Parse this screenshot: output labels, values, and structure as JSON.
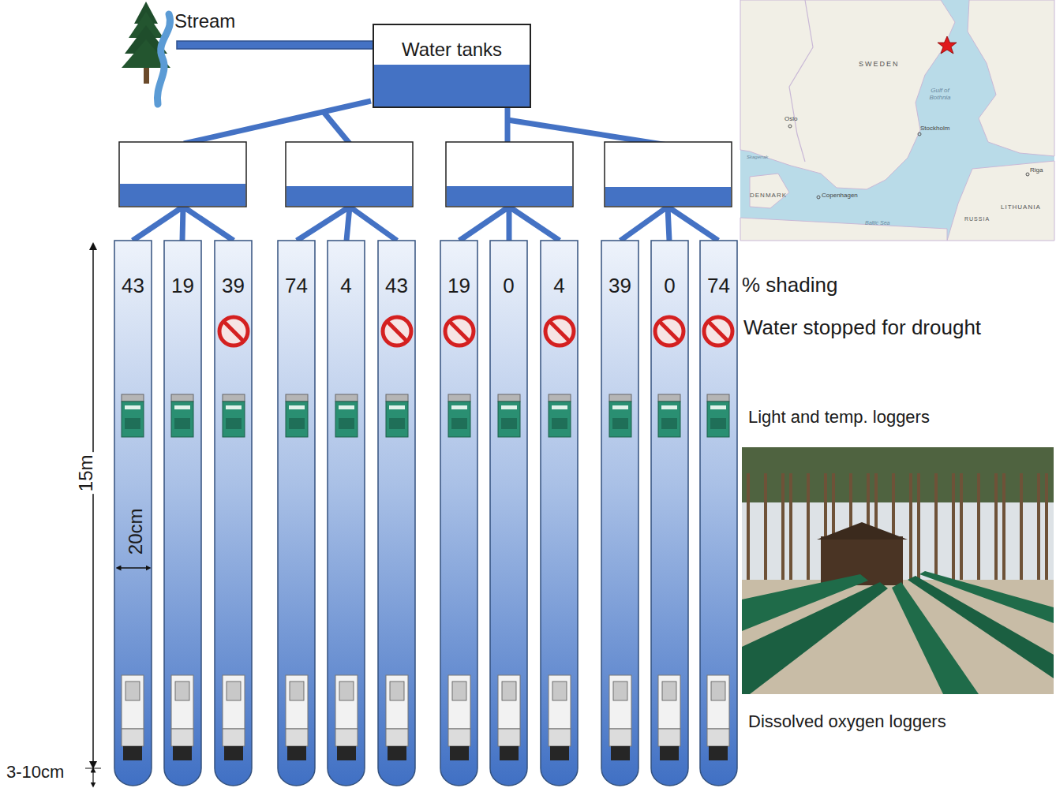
{
  "diagram": {
    "nodes": [
      {
        "text": [
          "Water tanks"
        ]
      },
      {
        "text": [
          "43"
        ]
      },
      {
        "text": [
          "19"
        ]
      },
      {
        "text": [
          "39"
        ]
      },
      {
        "text": [
          "74"
        ]
      },
      {
        "text": [
          "4"
        ]
      },
      {
        "text": [
          "43"
        ]
      },
      {
        "text": [
          "19"
        ]
      },
      {
        "text": [
          "0"
        ]
      },
      {
        "text": [
          "4"
        ]
      },
      {
        "text": [
          "39"
        ]
      },
      {
        "text": [
          "0"
        ]
      },
      {
        "text": [
          "74"
        ]
      }
    ],
    "labels": [
      "Stream",
      "% shading",
      "Water stopped for drought",
      "Light and temp. loggers",
      "Dissolved oxygen loggers",
      "15m",
      "20cm",
      "3-10cm",
      "SWEDEN",
      "Gulf of Bothnia",
      "Oslo",
      "Stockholm",
      "Riga",
      "DENMARK",
      "Copenhagen",
      "LITHUANIA",
      "RUSSIA",
      "Baltic Sea",
      "Skagerrak"
    ]
  }
}
